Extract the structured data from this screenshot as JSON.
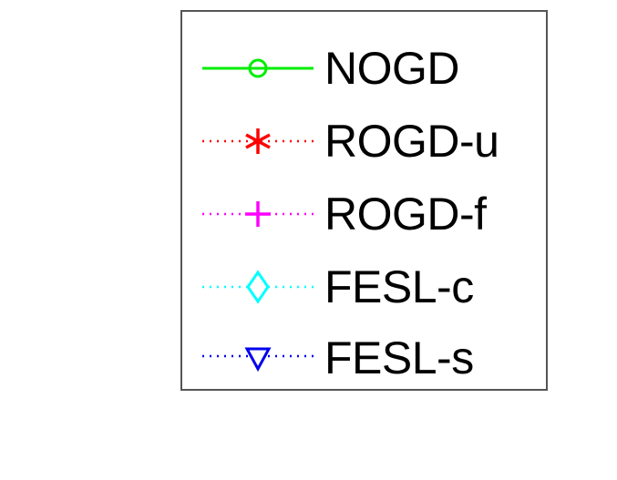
{
  "chart_data": {
    "type": "line",
    "title": "",
    "xlabel": "",
    "ylabel": "",
    "legend_placement": "center",
    "series": [
      {
        "name": "NOGD",
        "color": "#00ee00",
        "line_style": "solid",
        "marker": "circle"
      },
      {
        "name": "ROGD-u",
        "color": "#ff0000",
        "line_style": "dotted",
        "marker": "asterisk"
      },
      {
        "name": "ROGD-f",
        "color": "#ff00ff",
        "line_style": "dotted",
        "marker": "plus"
      },
      {
        "name": "FESL-c",
        "color": "#00ffff",
        "line_style": "dotted",
        "marker": "diamond"
      },
      {
        "name": "FESL-s",
        "color": "#0000ee",
        "line_style": "dotted",
        "marker": "triangle-down"
      }
    ]
  }
}
